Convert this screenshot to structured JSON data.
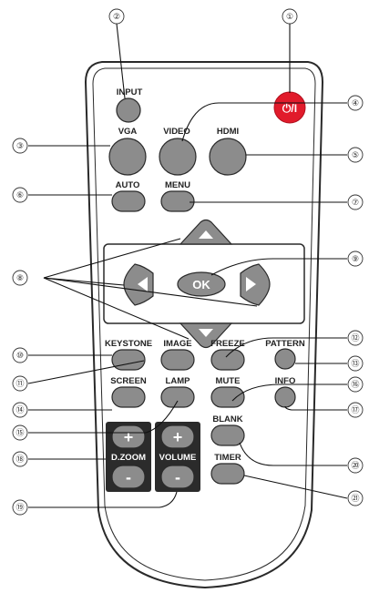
{
  "buttons": {
    "input": "INPUT",
    "power_symbol": "⏻/I",
    "vga": "VGA",
    "video": "VIDEO",
    "hdmi": "HDMI",
    "auto": "AUTO",
    "menu": "MENU",
    "ok": "OK",
    "keystone": "KEYSTONE",
    "image": "IMAGE",
    "freeze": "FREEZE",
    "pattern": "PATTERN",
    "screen": "SCREEN",
    "lamp": "LAMP",
    "mute": "MUTE",
    "info": "INFO",
    "blank": "BLANK",
    "timer": "TIMER",
    "dzoom": "D.ZOOM",
    "volume": "VOLUME",
    "plus": "+",
    "minus": "-"
  },
  "callouts": {
    "c1": "①",
    "c2": "②",
    "c3": "③",
    "c4": "④",
    "c5": "⑤",
    "c6": "⑥",
    "c7": "⑦",
    "c8": "⑧",
    "c9": "⑨",
    "c10": "⑩",
    "c11": "⑪",
    "c12": "⑫",
    "c13": "⑬",
    "c14": "⑭",
    "c15": "⑮",
    "c16": "⑯",
    "c17": "⑰",
    "c18": "⑱",
    "c19": "⑲",
    "c20": "⑳",
    "c21": "㉑"
  },
  "colors": {
    "power_button": "#e11b2b",
    "button_gray": "#8c8c8c",
    "remote_body": "#ffffff",
    "outline": "#2a2a2a"
  }
}
